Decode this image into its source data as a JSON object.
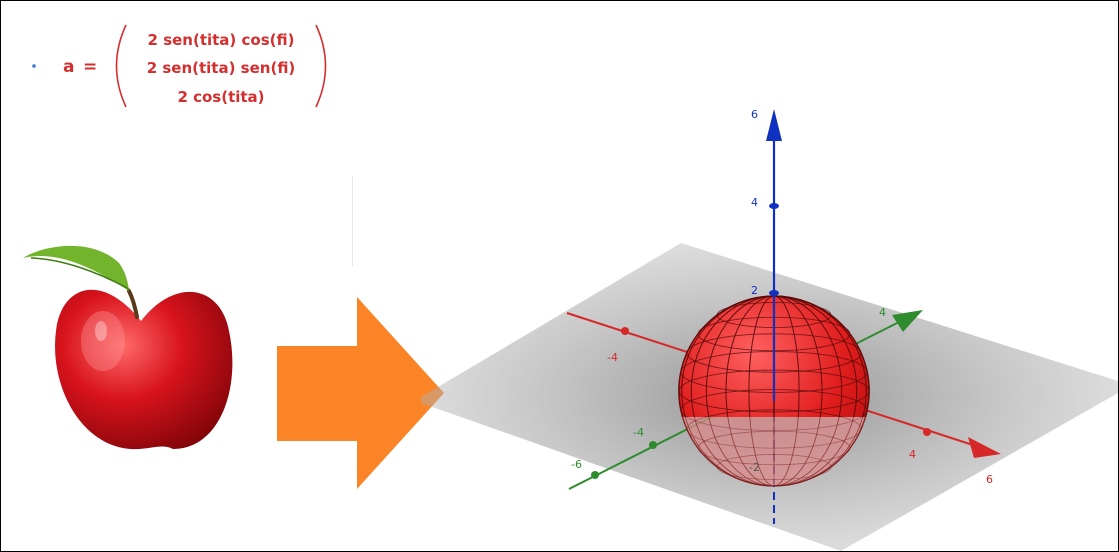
{
  "formula": {
    "lhs": "a",
    "equals": "=",
    "rows": [
      "2 sen(tita) cos(fi)",
      "2 sen(tita) sen(fi)",
      "2 cos(tita)"
    ],
    "color": "#d32f2f"
  },
  "axes": {
    "x": {
      "color": "#d62828",
      "tick_labels": [
        "-4",
        "4",
        "6"
      ]
    },
    "y": {
      "color": "#2e8b2e",
      "tick_labels": [
        "-6",
        "-4",
        "4"
      ]
    },
    "z": {
      "color": "#1030c0",
      "tick_labels": [
        "6",
        "4",
        "2",
        "-2"
      ]
    }
  },
  "colors": {
    "arrow": "#fb8526",
    "sphere": "#e52222",
    "plane": "#9a9a9a"
  },
  "icons": {
    "apple": "apple-image",
    "arrow": "right-arrow-icon"
  }
}
